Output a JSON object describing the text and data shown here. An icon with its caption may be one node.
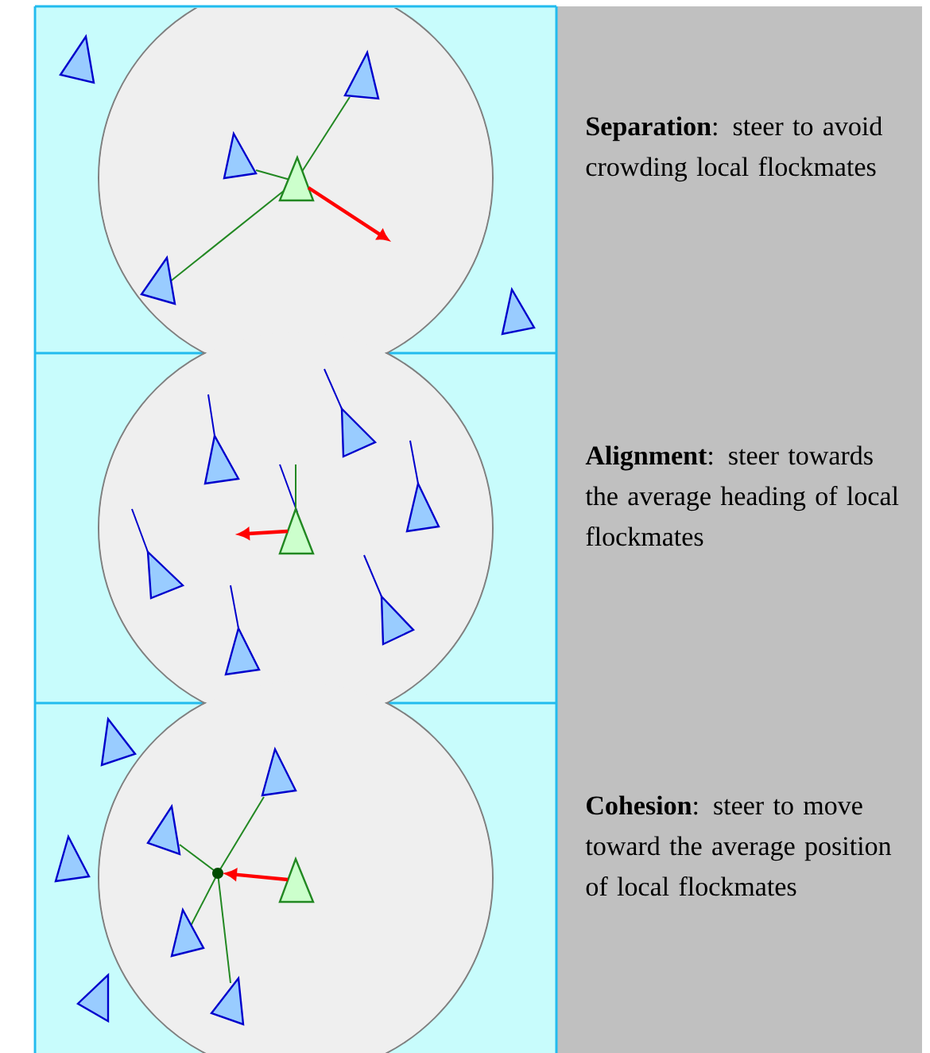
{
  "diagram": {
    "labels": [
      "**Separation**: steer to avoid crowding local flockmates",
      "**Alignment**: steer towards the average heading of local flockmates",
      "**Cohesion**: steer to move toward the average position of local flockmates"
    ]
  }
}
